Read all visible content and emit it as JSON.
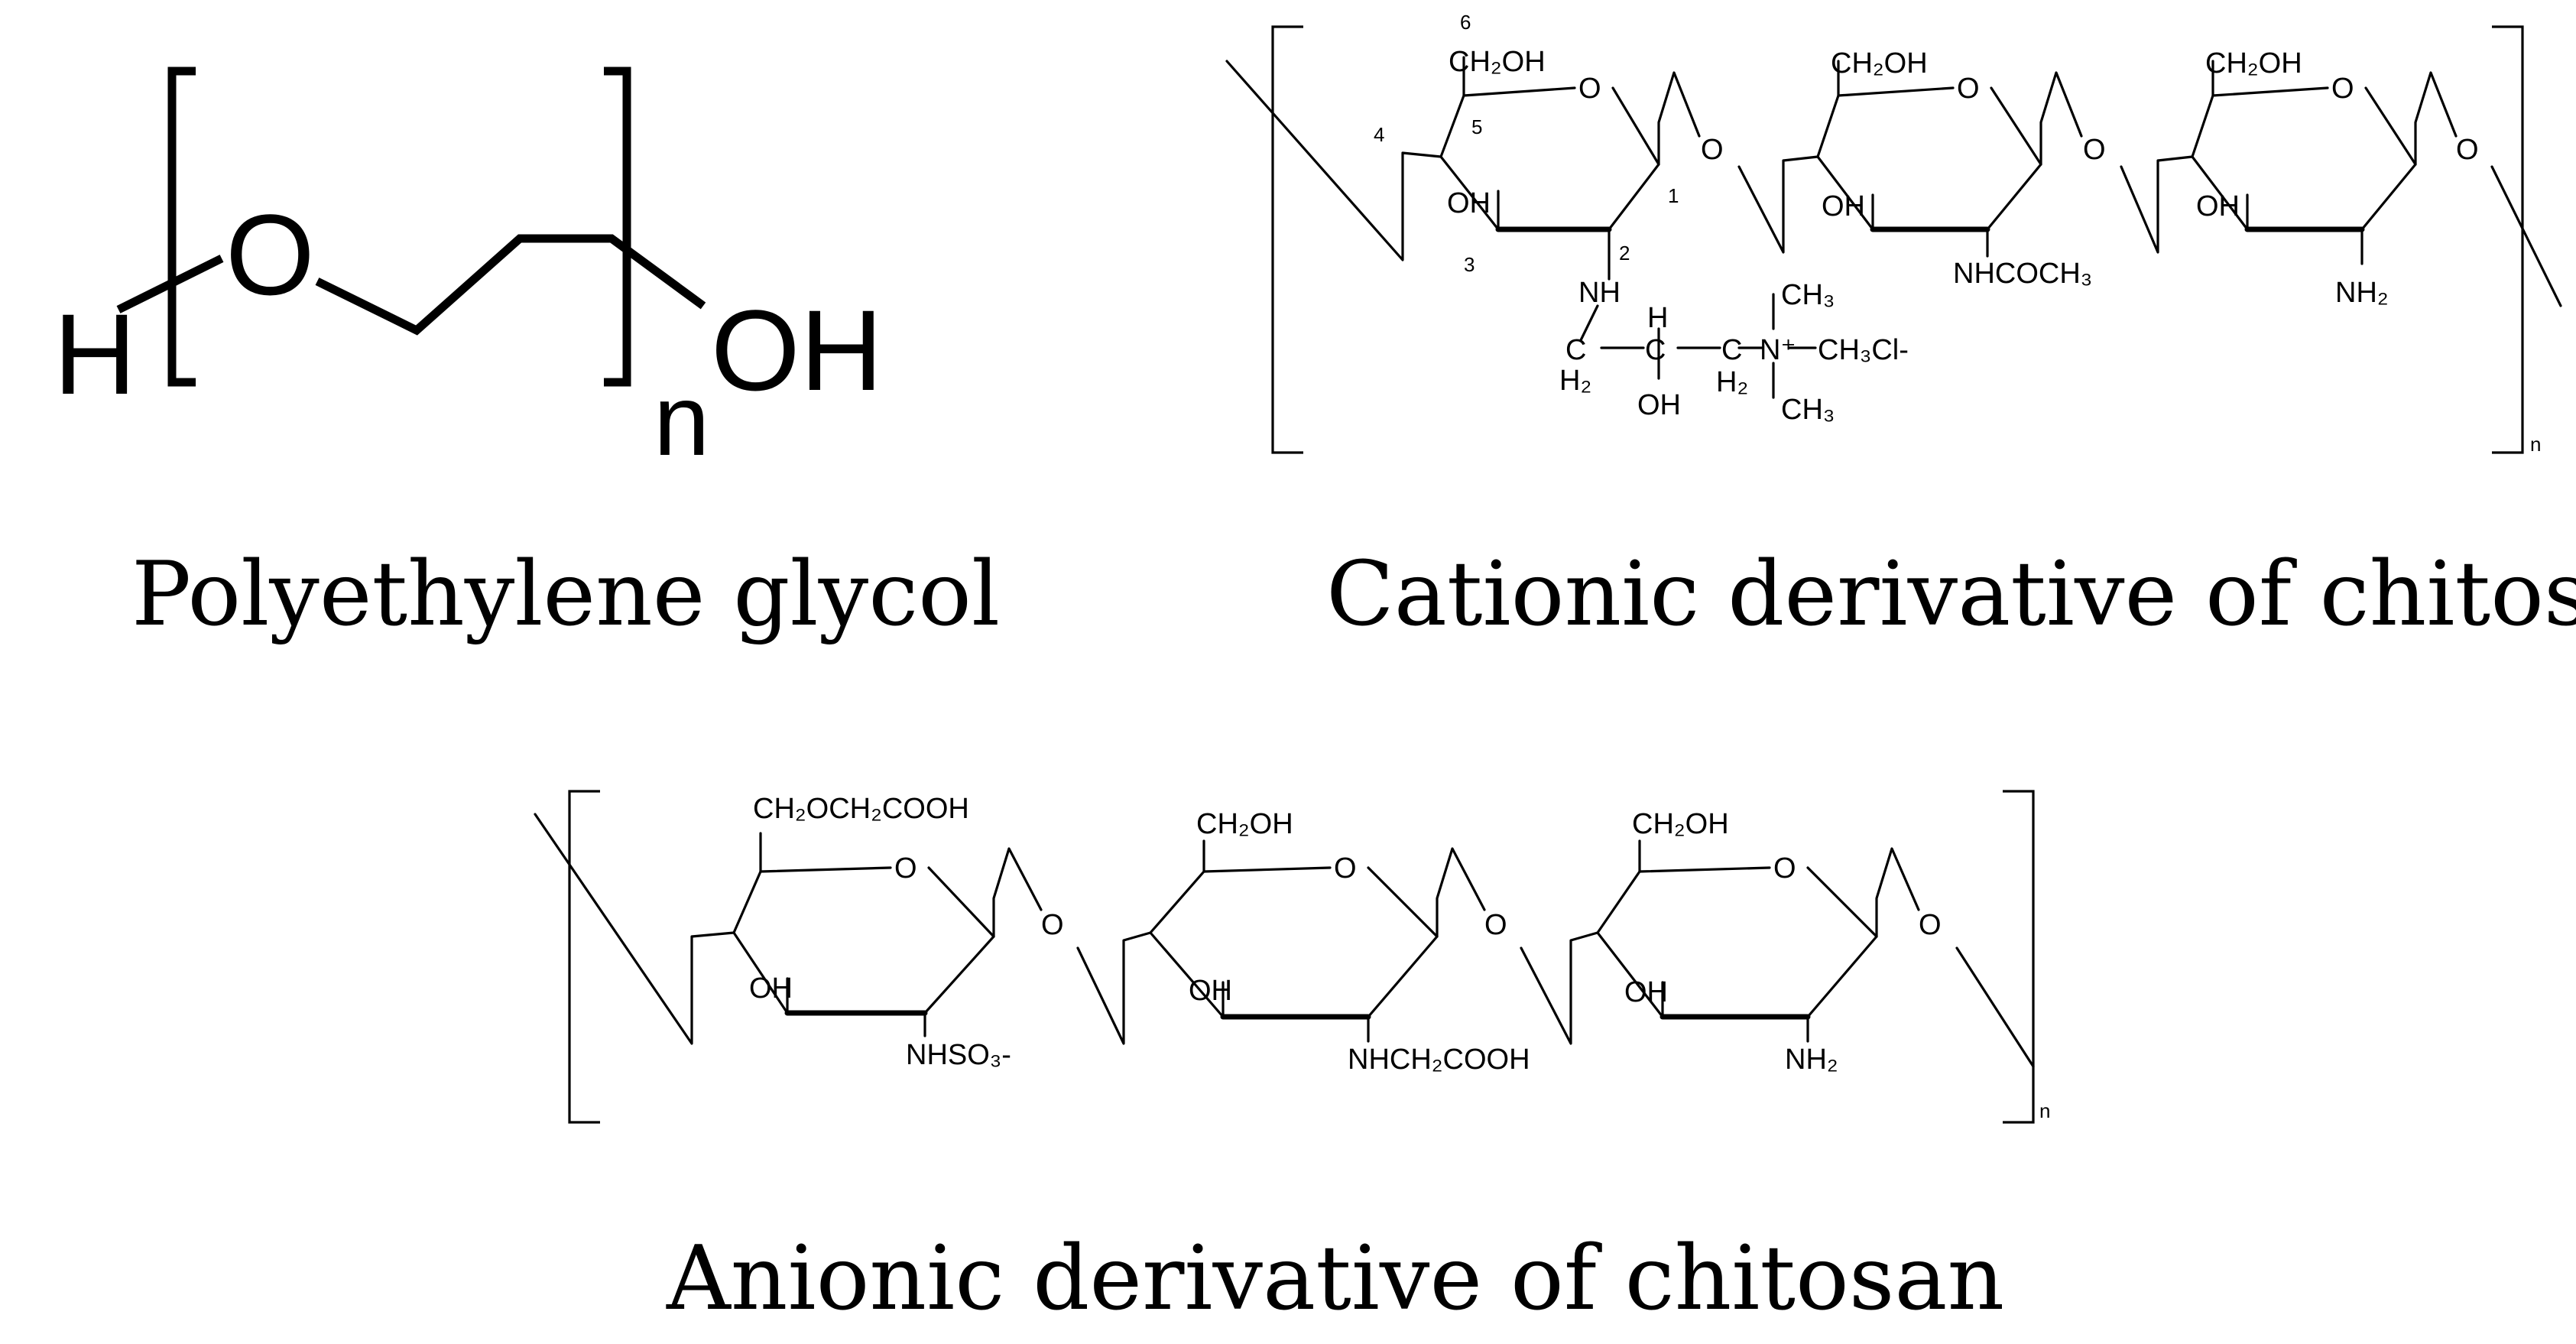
{
  "captions": {
    "peg": "Polyethylene glycol",
    "cationic": "Cationic derivative of chitosan",
    "anionic": "Anionic derivative of chitosan"
  },
  "peg": {
    "h": "H",
    "o": "O",
    "oh": "OH",
    "n": "n"
  },
  "cationic": {
    "ch2oh": "CH₂OH",
    "ring_o": "O",
    "bridge_o": "O",
    "oh": "OH",
    "nh": "NH",
    "nhcoch3": "NHCOCH₃",
    "nh2": "NH₂",
    "h": "H",
    "h2": "H₂",
    "c": "C",
    "n_plus": "N⁺",
    "ch3": "CH₃",
    "ch3cl": "CH₃Cl-",
    "side_oh": "OH",
    "n": "n",
    "atom_numbers": [
      "1",
      "2",
      "3",
      "4",
      "5",
      "6"
    ]
  },
  "anionic": {
    "ch2och2cooh": "CH₂OCH₂COOH",
    "ch2oh": "CH₂OH",
    "ring_o": "O",
    "bridge_o": "O",
    "oh": "OH",
    "nhso3": "NHSO₃-",
    "nhch2cooh": "NHCH₂COOH",
    "nh2": "NH₂",
    "n": "n"
  }
}
